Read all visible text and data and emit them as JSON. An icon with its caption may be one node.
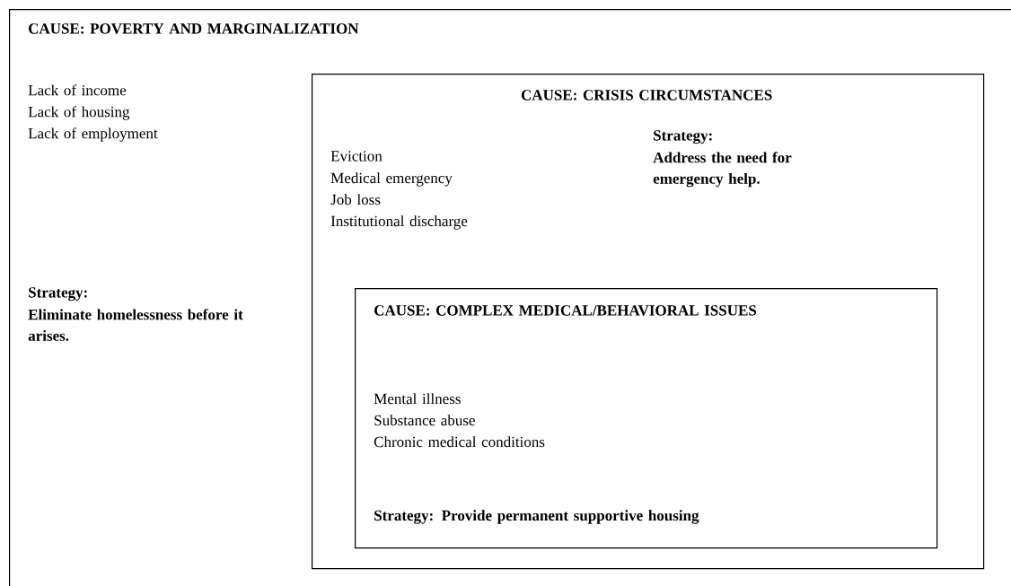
{
  "diagram": {
    "nodes": [
      {
        "text": [
          "CAUSE:  POVERTY AND MARGINALIZATION",
          "Lack of income",
          "Lack of housing",
          "Lack of employment",
          "Strategy:",
          "Eliminate homelessness before it arises."
        ]
      },
      {
        "text": [
          "CAUSE:  CRISIS CIRCUMSTANCES",
          "Eviction",
          "Medical emergency",
          "Job loss",
          "Institutional discharge",
          "Strategy:",
          "Address the need for emergency help."
        ],
        "in": 0
      },
      {
        "text": [
          "CAUSE:  COMPLEX MEDICAL/BEHAVIORAL ISSUES",
          "Mental illness",
          "Substance abuse",
          "Chronic medical conditions",
          "Strategy:  Provide permanent supportive housing"
        ],
        "in": 1
      }
    ]
  }
}
